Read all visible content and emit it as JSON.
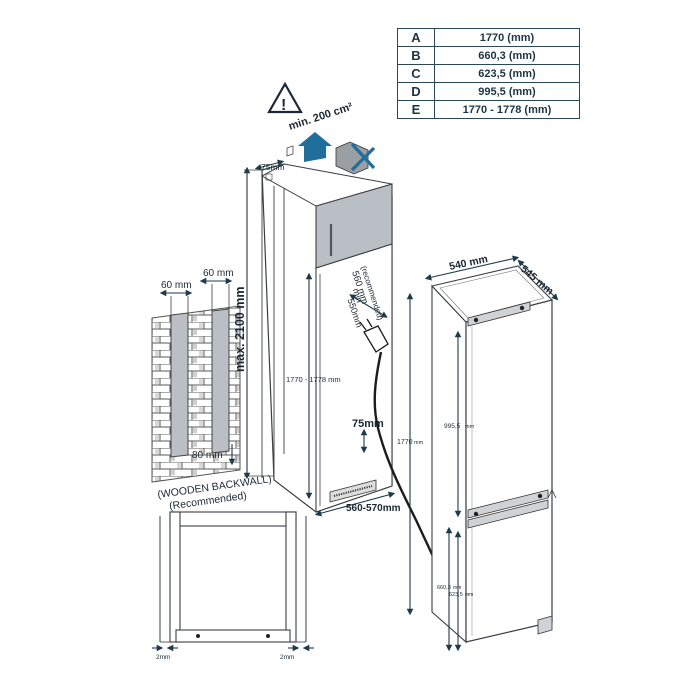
{
  "dimension_table": [
    {
      "key": "A",
      "value": "1770 (mm)"
    },
    {
      "key": "B",
      "value": "660,3 (mm)"
    },
    {
      "key": "C",
      "value": "623,5 (mm)"
    },
    {
      "key": "D",
      "value": "995,5 (mm)"
    },
    {
      "key": "E",
      "value": "1770 - 1778 (mm)"
    }
  ],
  "ventilation": {
    "warning_symbol": "!",
    "label": "min. 200 cm²"
  },
  "cabinet": {
    "top_depth": "75mm",
    "max_height": "max. 2100 mm",
    "niche_height": "1770 - 1778 mm",
    "depth_recommended_value": "560 mm",
    "depth_recommended_note": "(recommended)",
    "depth_min_label": "min",
    "depth_min_value": "550mm",
    "cable_clearance": "75mm",
    "niche_width": "560-570mm"
  },
  "backwall": {
    "gap_left": "60 mm",
    "gap_right": "60 mm",
    "gap_bottom": "80 mm",
    "caption_line1": "(WOODEN BACKWALL)",
    "caption_line2": "(Recommended)"
  },
  "appliance": {
    "width": "540 mm",
    "depth": "545 mm",
    "total_height": "1770",
    "total_height_unit": "mm",
    "upper_height": "995,5",
    "upper_height_unit": "mm",
    "lower_b": "660,3",
    "lower_b_unit": "mm",
    "lower_c": "623,5",
    "lower_c_unit": "mm"
  },
  "frame": {
    "gap_left": "2mm",
    "gap_right": "2mm"
  },
  "colors": {
    "ink": "#1c2833",
    "accent_blue": "#1f6e9c",
    "panel_gray": "#b9bfc4",
    "wall_gray": "#8f8f8f"
  }
}
